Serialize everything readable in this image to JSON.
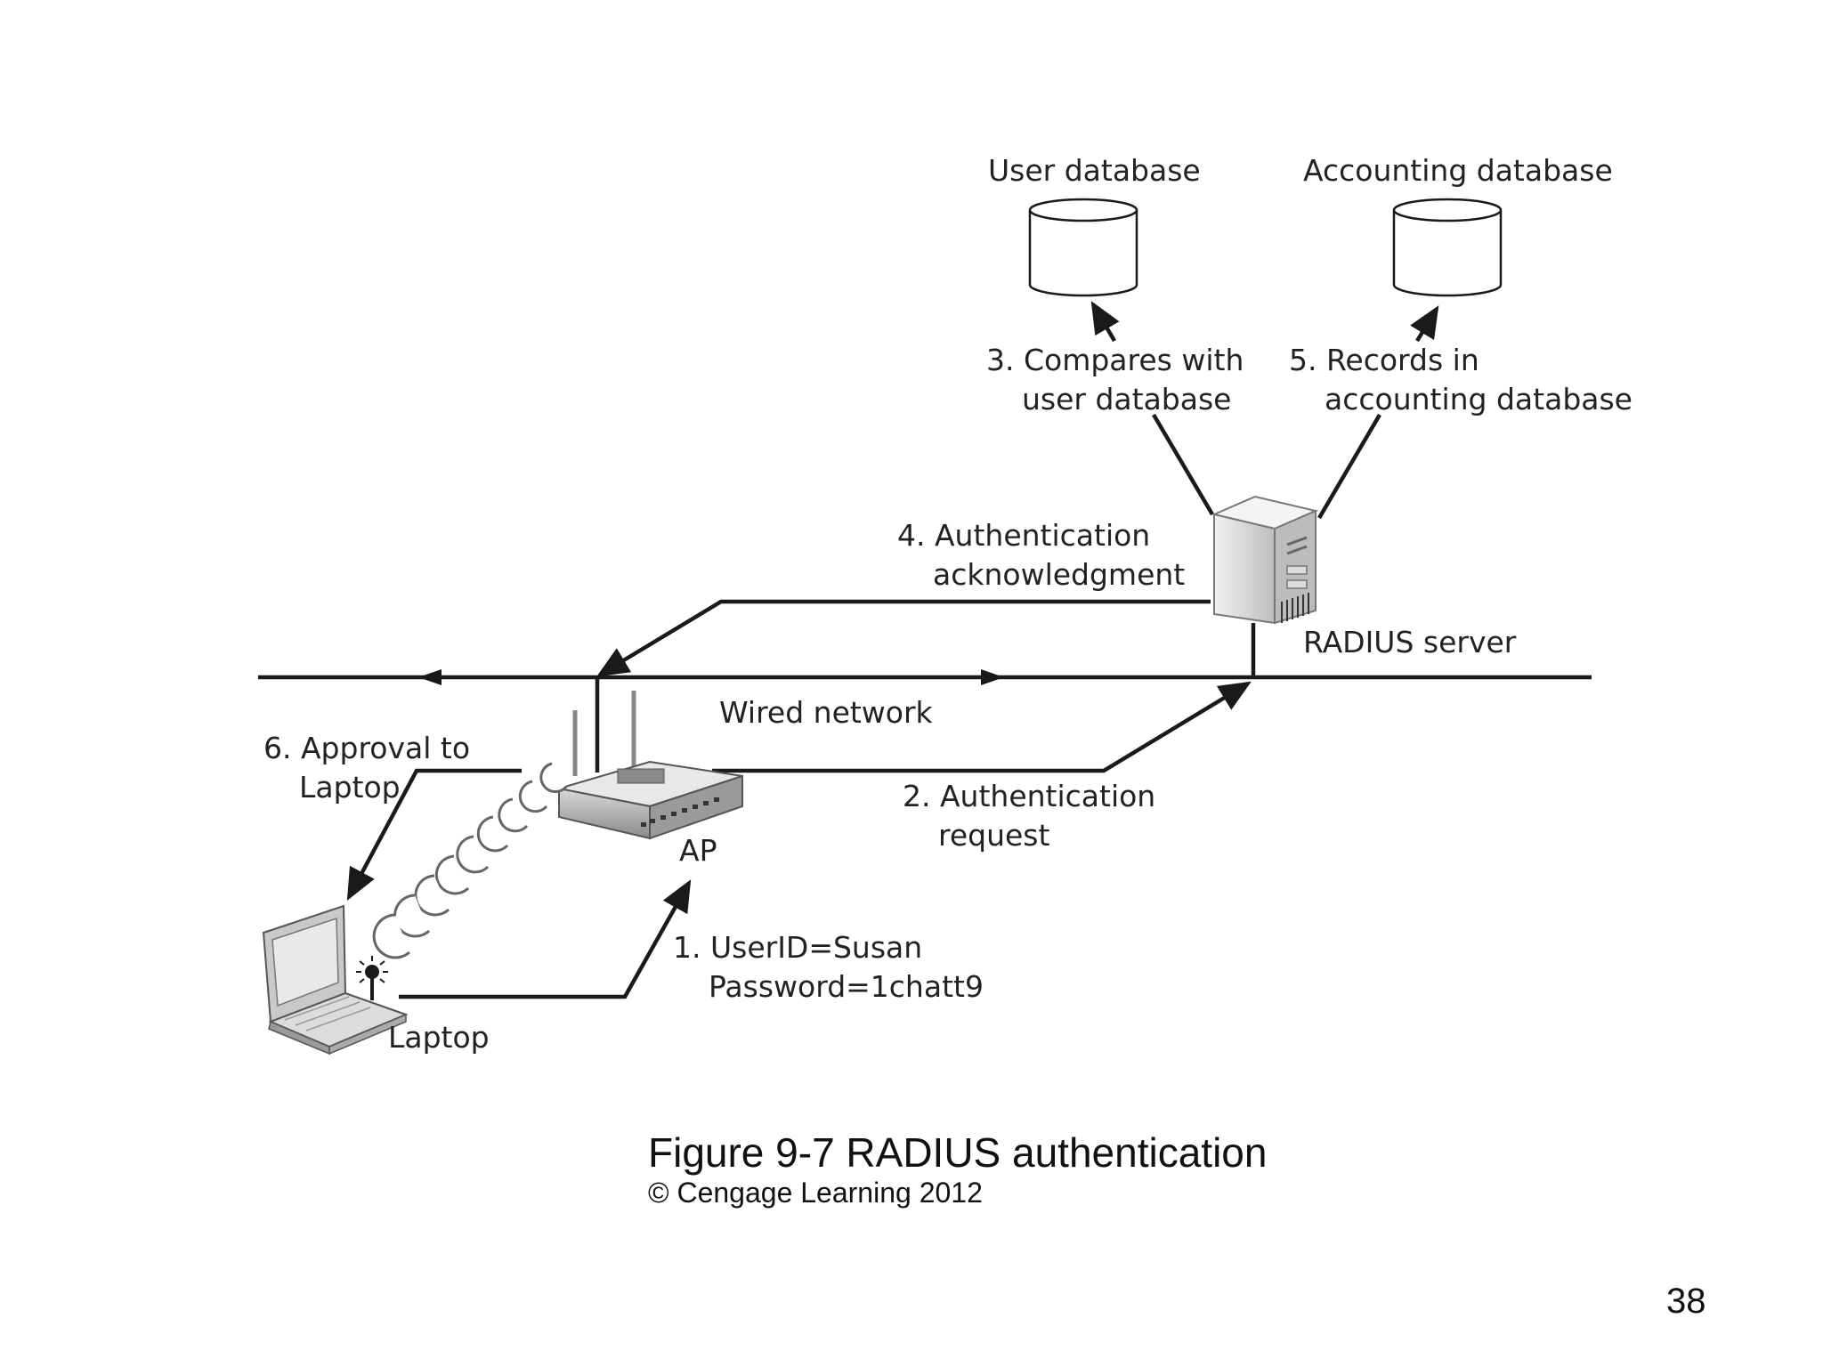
{
  "diagram": {
    "nodes": {
      "user_database": "User database",
      "accounting_database": "Accounting database",
      "radius_server": "RADIUS server",
      "wired_network": "Wired network",
      "ap": "AP",
      "laptop": "Laptop"
    },
    "steps": {
      "step1_line1": "1. UserID=Susan",
      "step1_line2": "Password=1chatt9",
      "step2_line1": "2. Authentication",
      "step2_line2": "request",
      "step3_line1": "3. Compares with",
      "step3_line2": "user database",
      "step4_line1": "4. Authentication",
      "step4_line2": "acknowledgment",
      "step5_line1": "5. Records in",
      "step5_line2": "accounting database",
      "step6_line1": "6. Approval to",
      "step6_line2": "Laptop"
    }
  },
  "caption": {
    "title": "Figure 9-7 RADIUS authentication",
    "copyright": "© Cengage Learning 2012"
  },
  "page_number": "38"
}
